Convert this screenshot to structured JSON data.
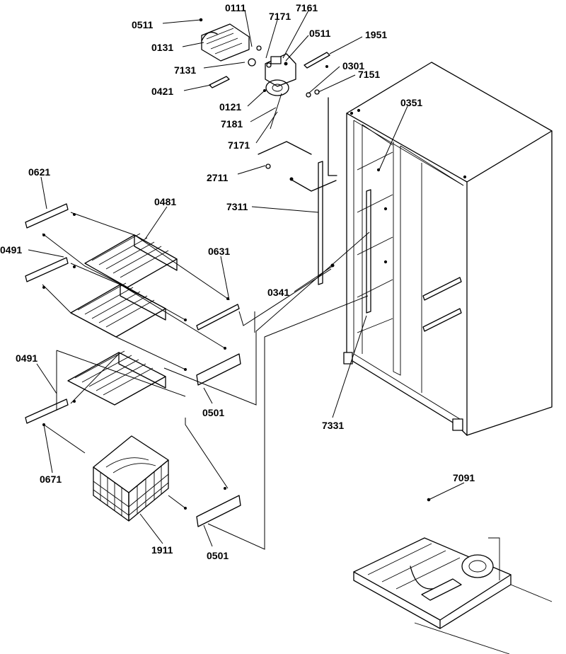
{
  "callouts": [
    {
      "id": "c0511a",
      "text": "0511"
    },
    {
      "id": "c0111",
      "text": "0111"
    },
    {
      "id": "c7171a",
      "text": "7171"
    },
    {
      "id": "c7161",
      "text": "7161"
    },
    {
      "id": "c0511b",
      "text": "0511"
    },
    {
      "id": "c1951",
      "text": "1951"
    },
    {
      "id": "c0131",
      "text": "0131"
    },
    {
      "id": "c7131",
      "text": "7131"
    },
    {
      "id": "c0301",
      "text": "0301"
    },
    {
      "id": "c7151",
      "text": "7151"
    },
    {
      "id": "c0421",
      "text": "0421"
    },
    {
      "id": "c0351",
      "text": "0351"
    },
    {
      "id": "c0121",
      "text": "0121"
    },
    {
      "id": "c7181",
      "text": "7181"
    },
    {
      "id": "c7171b",
      "text": "7171"
    },
    {
      "id": "c2711",
      "text": "2711"
    },
    {
      "id": "c0621",
      "text": "0621"
    },
    {
      "id": "c0481",
      "text": "0481"
    },
    {
      "id": "c7311",
      "text": "7311"
    },
    {
      "id": "c0491a",
      "text": "0491"
    },
    {
      "id": "c0631",
      "text": "0631"
    },
    {
      "id": "c0341",
      "text": "0341"
    },
    {
      "id": "c0491b",
      "text": "0491"
    },
    {
      "id": "c0501a",
      "text": "0501"
    },
    {
      "id": "c7331",
      "text": "7331"
    },
    {
      "id": "c0671",
      "text": "0671"
    },
    {
      "id": "c7091",
      "text": "7091"
    },
    {
      "id": "c1911",
      "text": "1911"
    },
    {
      "id": "c0501b",
      "text": "0501"
    }
  ]
}
